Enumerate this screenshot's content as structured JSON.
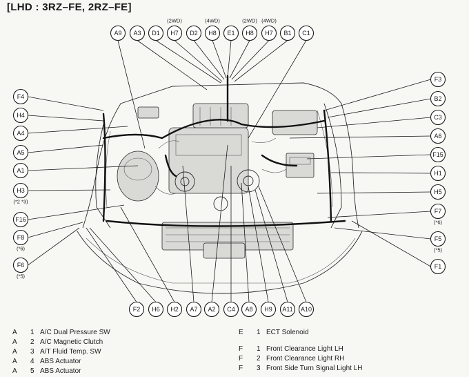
{
  "title": "[LHD : 3RZ–FE, 2RZ–FE]",
  "top_callouts": [
    {
      "id": "A9",
      "label": "A9",
      "note": ""
    },
    {
      "id": "A3",
      "label": "A3",
      "note": ""
    },
    {
      "id": "D1",
      "label": "D1",
      "note": ""
    },
    {
      "id": "H7a",
      "label": "H7",
      "note": "(2WD)"
    },
    {
      "id": "D2",
      "label": "D2",
      "note": ""
    },
    {
      "id": "H8a",
      "label": "H8",
      "note": "(4WD)"
    },
    {
      "id": "E1",
      "label": "E1",
      "note": ""
    },
    {
      "id": "H8b",
      "label": "H8",
      "note": "(2WD)"
    },
    {
      "id": "H7b",
      "label": "H7",
      "note": "(4WD)"
    },
    {
      "id": "B1",
      "label": "B1",
      "note": ""
    },
    {
      "id": "C1",
      "label": "C1",
      "note": ""
    }
  ],
  "left_callouts": [
    {
      "id": "F4",
      "label": "F4",
      "note": ""
    },
    {
      "id": "H4",
      "label": "H4",
      "note": ""
    },
    {
      "id": "A4",
      "label": "A4",
      "note": ""
    },
    {
      "id": "A5",
      "label": "A5",
      "note": ""
    },
    {
      "id": "A1",
      "label": "A1",
      "note": ""
    },
    {
      "id": "H3",
      "label": "H3",
      "note": "(*2 *3)"
    },
    {
      "id": "F16",
      "label": "F16",
      "note": ""
    },
    {
      "id": "F8",
      "label": "F8",
      "note": "(*6)"
    },
    {
      "id": "F6",
      "label": "F6",
      "note": "(*5)"
    }
  ],
  "right_callouts": [
    {
      "id": "F3",
      "label": "F3",
      "note": ""
    },
    {
      "id": "B2",
      "label": "B2",
      "note": ""
    },
    {
      "id": "C3",
      "label": "C3",
      "note": ""
    },
    {
      "id": "A6",
      "label": "A6",
      "note": ""
    },
    {
      "id": "F15",
      "label": "F15",
      "note": ""
    },
    {
      "id": "H1",
      "label": "H1",
      "note": ""
    },
    {
      "id": "H5",
      "label": "H5",
      "note": ""
    },
    {
      "id": "F7",
      "label": "F7",
      "note": "(*6)"
    },
    {
      "id": "F5",
      "label": "F5",
      "note": "(*5)"
    },
    {
      "id": "F1",
      "label": "F1",
      "note": ""
    }
  ],
  "bottom_callouts": [
    {
      "id": "F2",
      "label": "F2"
    },
    {
      "id": "H6",
      "label": "H6"
    },
    {
      "id": "H2",
      "label": "H2"
    },
    {
      "id": "A7",
      "label": "A7"
    },
    {
      "id": "A2",
      "label": "A2"
    },
    {
      "id": "C4",
      "label": "C4"
    },
    {
      "id": "A8",
      "label": "A8"
    },
    {
      "id": "H9",
      "label": "H9"
    },
    {
      "id": "A11",
      "label": "A11"
    },
    {
      "id": "A10",
      "label": "A10"
    }
  ],
  "legend_left": [
    {
      "code": "A",
      "num": "1",
      "name": "A/C Dual Pressure SW"
    },
    {
      "code": "A",
      "num": "2",
      "name": "A/C Magnetic Clutch"
    },
    {
      "code": "A",
      "num": "3",
      "name": "A/T Fluid Temp. SW"
    },
    {
      "code": "A",
      "num": "4",
      "name": "ABS Actuator"
    },
    {
      "code": "A",
      "num": "5",
      "name": "ABS Actuator"
    }
  ],
  "legend_right_e": [
    {
      "code": "E",
      "num": "1",
      "name": "ECT Solenoid"
    }
  ],
  "legend_right_f": [
    {
      "code": "F",
      "num": "1",
      "name": "Front Clearance Light LH"
    },
    {
      "code": "F",
      "num": "2",
      "name": "Front Clearance Light RH"
    },
    {
      "code": "F",
      "num": "3",
      "name": "Front Side Turn Signal Light LH"
    }
  ]
}
